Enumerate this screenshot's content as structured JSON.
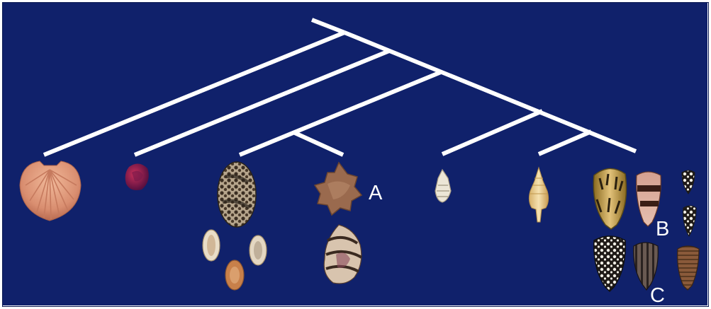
{
  "figure": {
    "background": "#10216b",
    "branch_color": "#ffffff",
    "labels": {
      "a": "A",
      "b": "B",
      "c": "C"
    },
    "shells": [
      {
        "name": "scallop-shell",
        "type": "bivalve"
      },
      {
        "name": "red-snail-shell",
        "type": "snail"
      },
      {
        "name": "cowrie-shell-large",
        "type": "cowrie"
      },
      {
        "name": "cowrie-shell-small-1",
        "type": "cowrie"
      },
      {
        "name": "cowrie-shell-small-2",
        "type": "cowrie"
      },
      {
        "name": "cowrie-shell-small-3",
        "type": "cowrie"
      },
      {
        "name": "murex-shell",
        "type": "murex"
      },
      {
        "name": "triton-shell",
        "type": "triton"
      },
      {
        "name": "small-cone-shell",
        "type": "cone"
      },
      {
        "name": "spindle-shell",
        "type": "spindle"
      },
      {
        "name": "cone-shell-textile",
        "type": "cone"
      },
      {
        "name": "cone-shell-banded",
        "type": "cone"
      },
      {
        "name": "cone-shell-tiny-1",
        "type": "cone"
      },
      {
        "name": "cone-shell-tiny-2",
        "type": "cone"
      },
      {
        "name": "cone-shell-marbled",
        "type": "cone"
      },
      {
        "name": "cone-shell-striped",
        "type": "cone"
      },
      {
        "name": "cone-shell-brown",
        "type": "cone"
      }
    ]
  }
}
